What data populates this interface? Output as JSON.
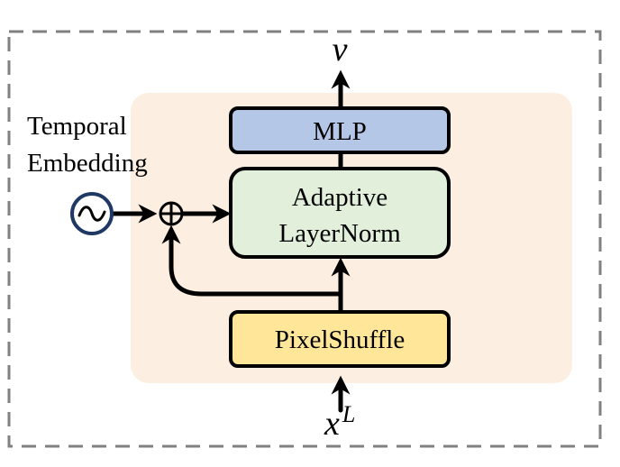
{
  "diagram": {
    "output_label": "v",
    "input_label_base": "x",
    "input_label_sup": "L",
    "temporal_label_line1": "Temporal",
    "temporal_label_line2": "Embedding",
    "blocks": {
      "mlp": "MLP",
      "adaptive_line1": "Adaptive",
      "adaptive_line2": "LayerNorm",
      "pixelshuffle": "PixelShuffle"
    },
    "operators": {
      "sine_icon": "sine-wave-icon",
      "adder_icon": "plus-circle-icon"
    }
  },
  "colors": {
    "panel": "#fcefe1",
    "mlp": "#b4c7e7",
    "adaptive": "#e2efda",
    "pixelshuffle": "#ffe699",
    "border": "#000000",
    "sine_stroke": "#1f3864",
    "dash": "#808080"
  }
}
